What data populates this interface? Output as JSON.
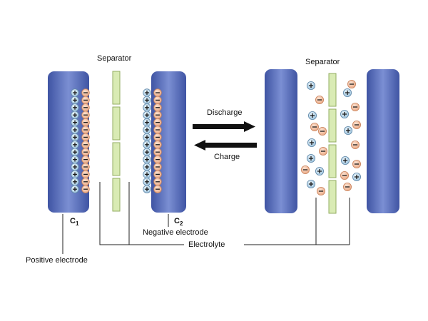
{
  "labels": {
    "separator_left": "Separator",
    "separator_right": "Separator",
    "discharge": "Discharge",
    "charge": "Charge",
    "c1": "C",
    "c1_sub": "1",
    "c2": "C",
    "c2_sub": "2",
    "negative_electrode": "Negative electrode",
    "positive_electrode": "Positive electrode",
    "electrolyte": "Electrolyte"
  },
  "colors": {
    "electrode_edge": "#3a4f9e",
    "electrode_mid": "#6f83cc",
    "separator_fill": "#d9ebb4",
    "separator_edge": "#93ad62",
    "cation_fill": "#bcd9ec",
    "anion_fill": "#f2c2a2",
    "arrow": "#111111"
  },
  "icons": {
    "cation": "plus-ion-icon",
    "anion": "minus-ion-icon"
  }
}
